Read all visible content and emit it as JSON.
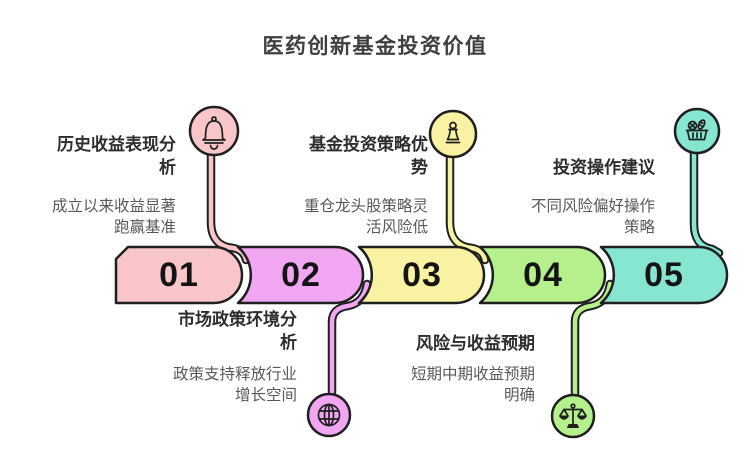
{
  "title": "医药创新基金投资价值",
  "colors": {
    "background": "#ffffff",
    "outline": "#1f1f1f",
    "title_text": "#3f3f3f",
    "step_title_text": "#2d2d2d",
    "step_desc_text": "#595959",
    "number_text": "#141414"
  },
  "steps": [
    {
      "number": "01",
      "title": "历史收益表现分析",
      "title_lines": [
        "历史收益表现分",
        "析"
      ],
      "description": "成立以来收益显著跑赢基准",
      "desc_lines": [
        "成立以来收益显著",
        "跑赢基准"
      ],
      "icon": "bell-icon",
      "color": "#F8C5C9",
      "position": "top"
    },
    {
      "number": "02",
      "title": "市场政策环境分析",
      "title_lines": [
        "市场政策环境分",
        "析"
      ],
      "description": "政策支持释放行业增长空间",
      "desc_lines": [
        "政策支持释放行业",
        "增长空间"
      ],
      "icon": "globe-icon",
      "color": "#F1A6F1",
      "position": "bottom"
    },
    {
      "number": "03",
      "title": "基金投资策略优势",
      "title_lines": [
        "基金投资策略优",
        "势"
      ],
      "description": "重仓龙头股策略灵活风险低",
      "desc_lines": [
        "重仓龙头股策略灵",
        "活风险低"
      ],
      "icon": "chess-piece-icon",
      "color": "#F8F2A2",
      "position": "top"
    },
    {
      "number": "04",
      "title": "风险与收益预期",
      "title_lines": [
        "风险与收益预期"
      ],
      "description": "短期中期收益预期明确",
      "desc_lines": [
        "短期中期收益预期",
        "明确"
      ],
      "icon": "scales-icon",
      "color": "#B6F08C",
      "position": "bottom"
    },
    {
      "number": "05",
      "title": "投资操作建议",
      "title_lines": [
        "投资操作建议"
      ],
      "description": "不同风险偏好操作策略",
      "desc_lines": [
        "不同风险偏好操作",
        "策略"
      ],
      "icon": "basket-icon",
      "color": "#86E6D1",
      "position": "top"
    }
  ]
}
